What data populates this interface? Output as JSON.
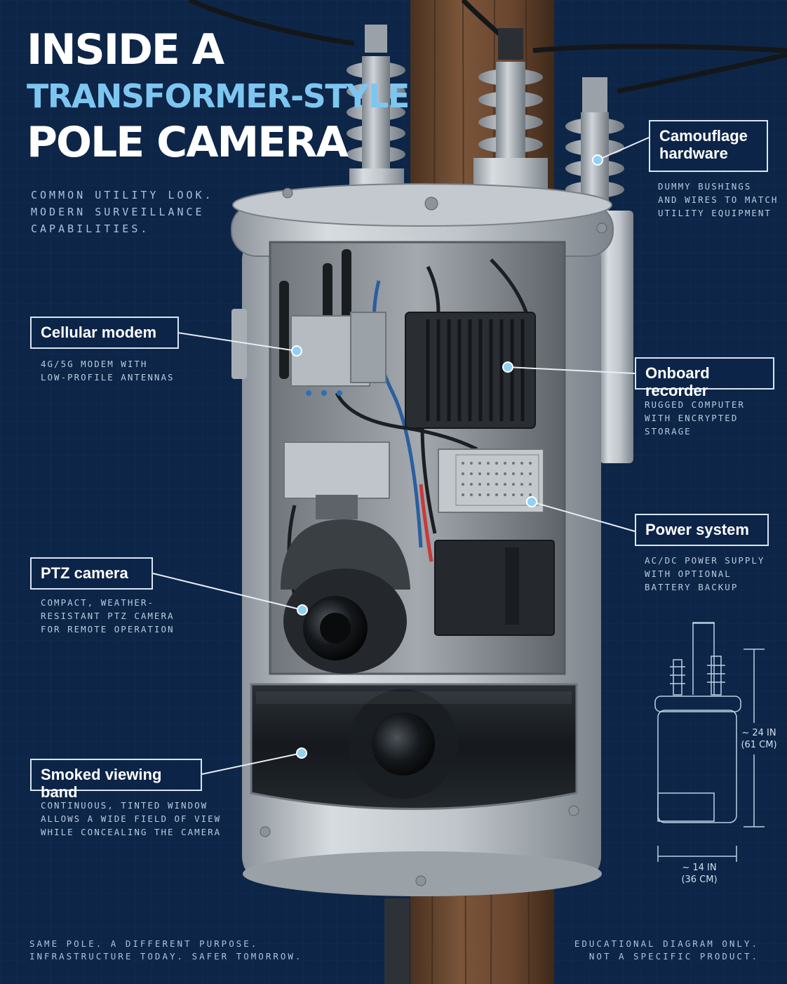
{
  "header": {
    "title_line1": "INSIDE A",
    "title_line2": "TRANSFORMER-STYLE",
    "title_line3": "POLE CAMERA",
    "subtitle_lines": [
      "COMMON UTILITY LOOK.",
      "MODERN SURVEILLANCE",
      "CAPABILITIES."
    ]
  },
  "callouts": {
    "camouflage": {
      "label": "Camouflage hardware",
      "desc": [
        "DUMMY BUSHINGS",
        "AND WIRES TO MATCH",
        "UTILITY EQUIPMENT"
      ]
    },
    "modem": {
      "label": "Cellular modem",
      "desc": [
        "4G/5G MODEM WITH",
        "LOW-PROFILE ANTENNAS"
      ]
    },
    "recorder": {
      "label": "Onboard recorder",
      "desc": [
        "RUGGED COMPUTER",
        "WITH ENCRYPTED",
        "STORAGE"
      ]
    },
    "power": {
      "label": "Power system",
      "desc": [
        "AC/DC POWER SUPPLY",
        "WITH OPTIONAL",
        "BATTERY BACKUP"
      ]
    },
    "ptz": {
      "label": "PTZ camera",
      "desc": [
        "COMPACT, WEATHER-",
        "RESISTANT PTZ CAMERA",
        "FOR REMOTE OPERATION"
      ]
    },
    "band": {
      "label": "Smoked viewing band",
      "desc": [
        "CONTINUOUS, TINTED WINDOW",
        "ALLOWS A WIDE FIELD OF VIEW",
        "WHILE CONCEALING THE CAMERA"
      ]
    }
  },
  "dimensions": {
    "height": [
      "~ 24 IN",
      "(61 CM)"
    ],
    "width": [
      "~ 14 IN",
      "(36 CM)"
    ]
  },
  "footer": {
    "left": [
      "SAME POLE. A DIFFERENT PURPOSE.",
      "INFRASTRUCTURE TODAY. SAFER TOMORROW."
    ],
    "right": [
      "EDUCATIONAL DIAGRAM ONLY.",
      "NOT A SPECIFIC PRODUCT."
    ]
  },
  "colors": {
    "background": "#0d2547",
    "accent": "#7ec6f2",
    "housing": "#c9ced3",
    "pole": "#6b4a32",
    "callout_dot": "#8fd0f5"
  }
}
